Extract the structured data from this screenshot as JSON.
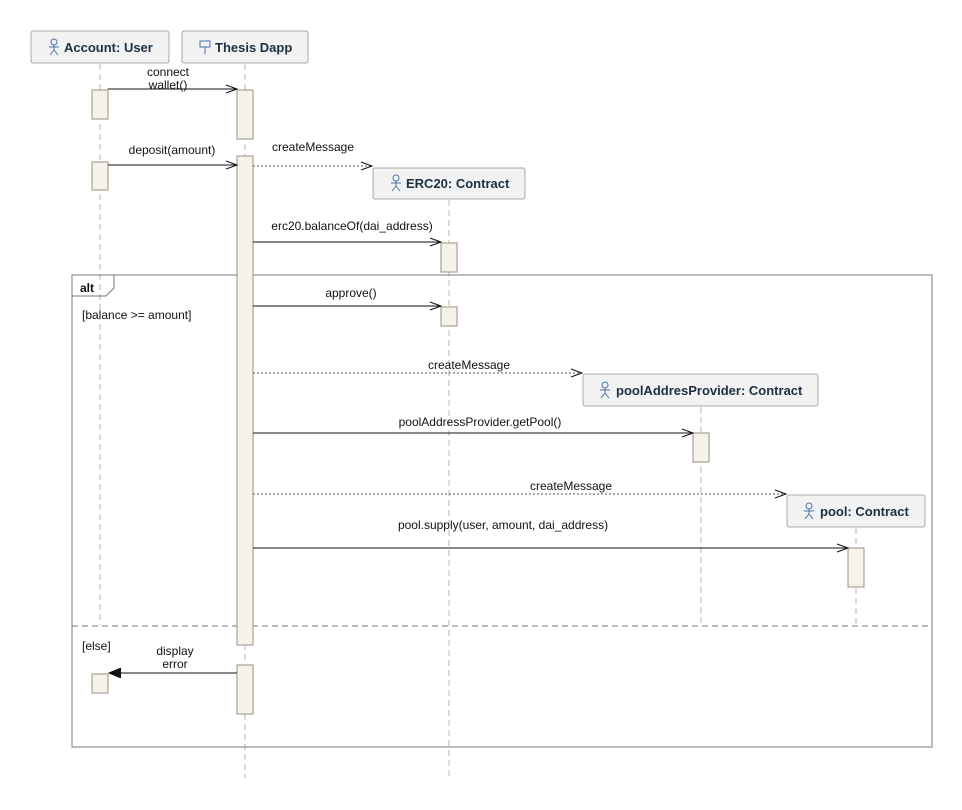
{
  "participants": {
    "user": "Account: User",
    "dapp": "Thesis Dapp",
    "erc20": "ERC20: Contract",
    "provider": "poolAddresProvider: Contract",
    "pool": "pool: Contract"
  },
  "messages": {
    "connect_line1": "connect",
    "connect_line2": "wallet()",
    "deposit": "deposit(amount)",
    "create_erc20": "createMessage",
    "balance_of": "erc20.balanceOf(dai_address)",
    "approve": "approve()",
    "create_provider": "createMessage",
    "get_pool": "poolAddressProvider.getPool()",
    "create_pool": "createMessage",
    "supply": "pool.supply(user, amount, dai_address)",
    "display_line1": "display",
    "display_line2": "error"
  },
  "fragment": {
    "operator": "alt",
    "guard_if": "[balance >= amount]",
    "guard_else": "[else]"
  },
  "colors": {
    "head_fill": "#f2f2f2",
    "head_stroke": "#a8a8a8",
    "head_text": "#1b2f45",
    "activation_fill": "#f5f2ea",
    "activation_stroke": "#9a9080",
    "lifeline": "#b4b4b4",
    "fragment_stroke": "#7a7a7a",
    "icon": "#4a73a8"
  }
}
